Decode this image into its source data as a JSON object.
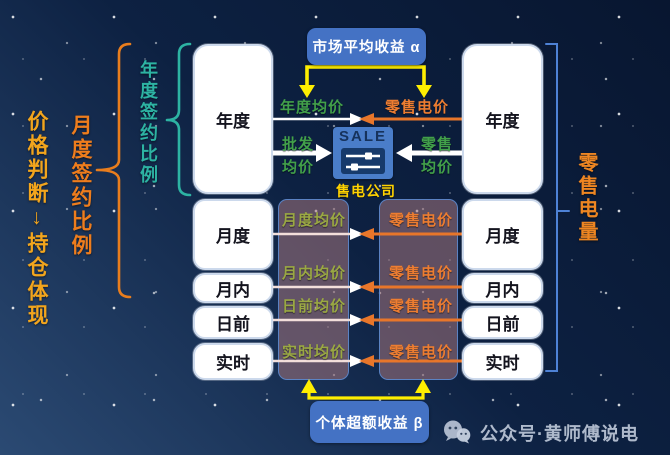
{
  "annotations": {
    "price_judgment": "价格判断↓持仓体现",
    "monthly_ratio": "月度签约比例",
    "annual_ratio": "年度签约比例",
    "retail_volume": "零售电量"
  },
  "top_box": {
    "label": "市场平均收益 α"
  },
  "bottom_box": {
    "label": "个体超额收益 β"
  },
  "sale_icon": {
    "label": "SALE",
    "caption": "售电公司"
  },
  "top_flows": {
    "annual_avg": "年度均价",
    "retail_price": "零售电价",
    "wholesale_l1": "批发",
    "wholesale_l2": "均价",
    "retail_avg_l1": "零售",
    "retail_avg_l2": "均价"
  },
  "left_column": {
    "items": [
      "年度",
      "月度",
      "月内",
      "日前",
      "实时"
    ]
  },
  "right_column": {
    "items": [
      "年度",
      "月度",
      "月内",
      "日前",
      "实时"
    ]
  },
  "flow_rows": [
    {
      "left": "月度均价",
      "right": "零售电价"
    },
    {
      "left": "月内均价",
      "right": "零售电价"
    },
    {
      "left": "日前均价",
      "right": "零售电价"
    },
    {
      "left": "实时均价",
      "right": "零售电价"
    }
  ],
  "watermark": {
    "label": "公众号·黄师傅说电"
  },
  "colors": {
    "background_navy": "#0d1f3b",
    "box_blue": "#4472c4",
    "orange": "#ed7d31",
    "gold": "#f2a51d",
    "teal": "#2db3a3",
    "green": "#42a04a",
    "olive_green": "#9aa843",
    "yellow_arrow": "#ffee00",
    "caption_yellow": "#ffd200",
    "panel_mauve": "rgba(166,118,126,0.55)",
    "bracket_blue": "#4e82d6",
    "line_pink": "#f3dfdb"
  }
}
